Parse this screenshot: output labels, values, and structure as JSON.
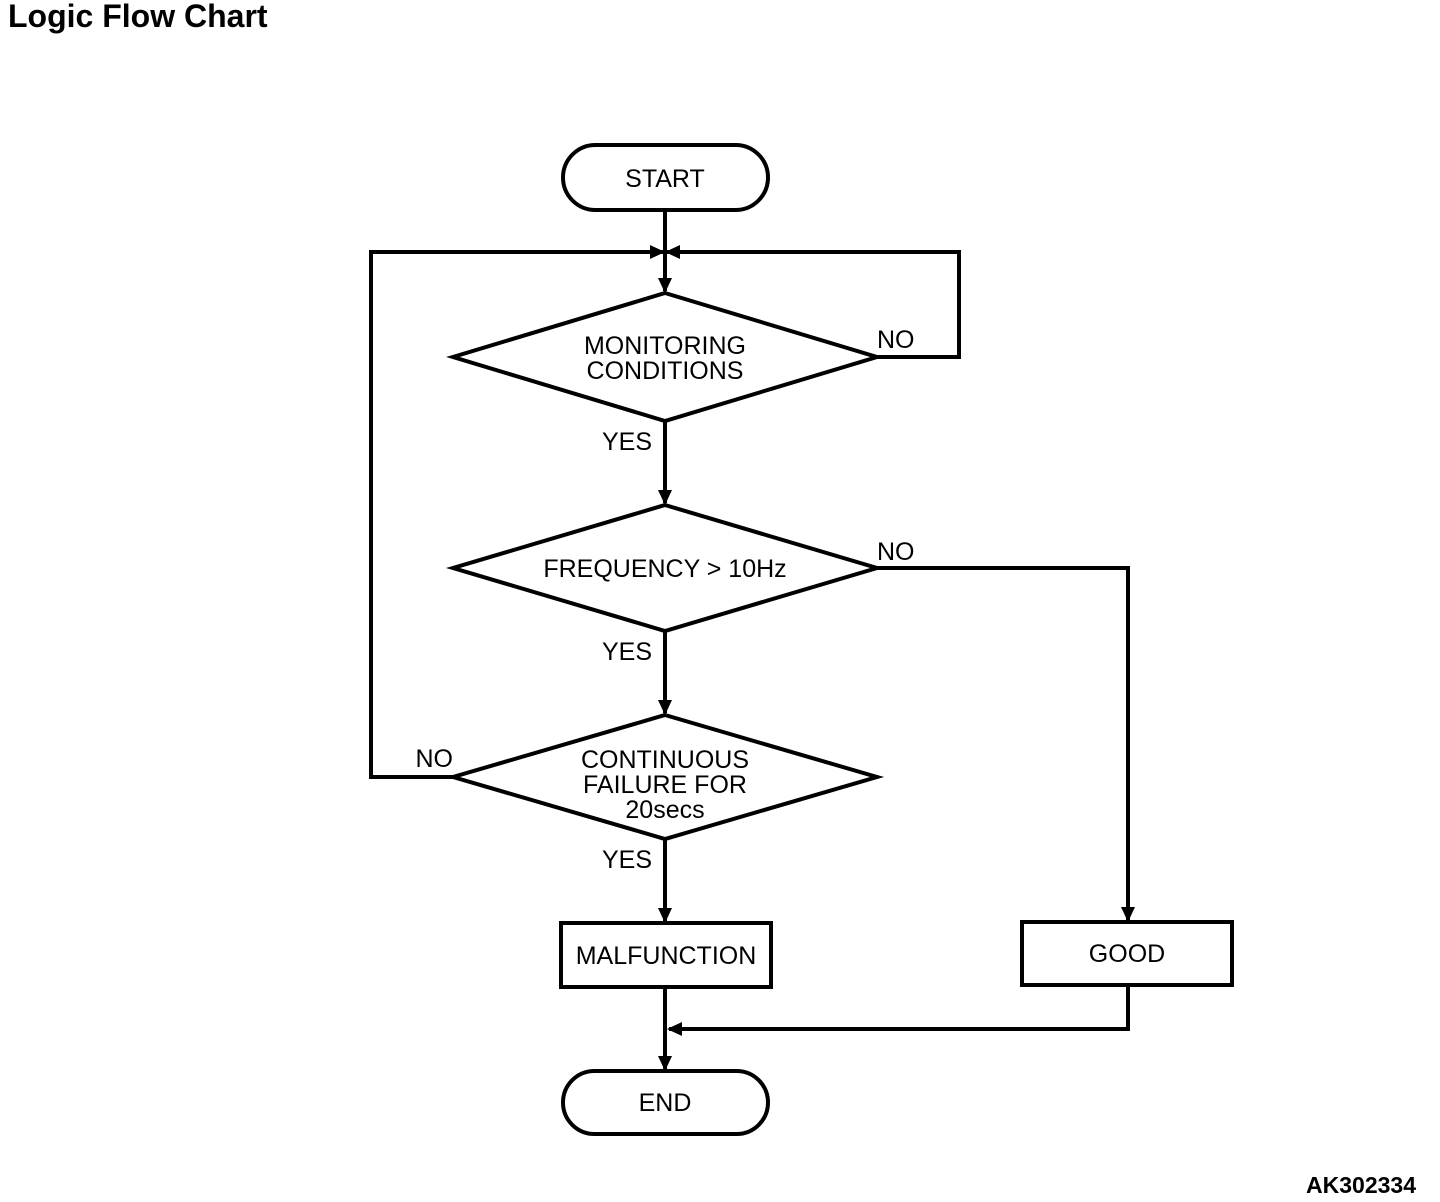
{
  "title": "Logic Flow Chart",
  "figure_code": "AK302334",
  "nodes": {
    "start": {
      "label": "START"
    },
    "monitoring": {
      "line1": "MONITORING",
      "line2": "CONDITIONS"
    },
    "frequency": {
      "label": "FREQUENCY > 10Hz"
    },
    "continuous": {
      "line1": "CONTINUOUS",
      "line2": "FAILURE FOR",
      "line3": "20secs"
    },
    "malfunction": {
      "label": "MALFUNCTION"
    },
    "good": {
      "label": "GOOD"
    },
    "end": {
      "label": "END"
    }
  },
  "edge_labels": {
    "monitoring_no": "NO",
    "monitoring_yes": "YES",
    "frequency_no": "NO",
    "frequency_yes": "YES",
    "continuous_no": "NO",
    "continuous_yes": "YES"
  },
  "colors": {
    "line": "#000000",
    "text": "#000000",
    "background": "#ffffff"
  }
}
